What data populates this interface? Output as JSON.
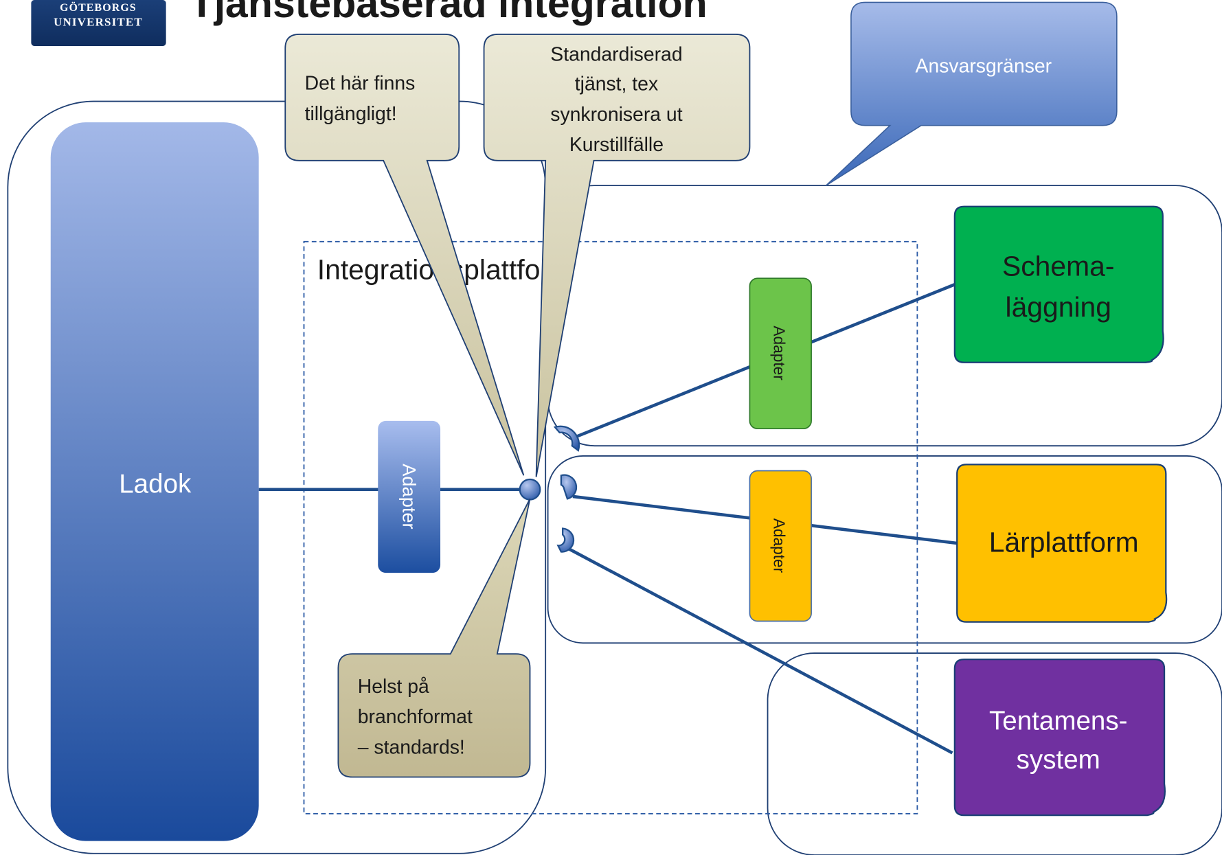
{
  "title": "Tjänstebaserad integration",
  "logo": {
    "line1": "GÖTEBORGS",
    "line2": "UNIVERSITET"
  },
  "platform": {
    "label": "Integrationsplattform"
  },
  "systems": {
    "ladok": "Ladok",
    "schema_line1": "Schema-",
    "schema_line2": "läggning",
    "larplattform": "Lärplattform",
    "tentamen_line1": "Tentamens-",
    "tentamen_line2": "system"
  },
  "adapters": {
    "ladok": "Adapter",
    "schema": "Adapter",
    "larplattform": "Adapter"
  },
  "callouts": {
    "finns_line1": "Det här finns",
    "finns_line2": "tillgängligt!",
    "standard_line1": "Standardiserad",
    "standard_line2": "tjänst, tex",
    "standard_line3": "synkronisera ut",
    "standard_line4": "Kurstillfälle",
    "helst_line1": "Helst på",
    "helst_line2": "branchformat",
    "helst_line3": "– standards!",
    "ansvar": "Ansvarsgränser"
  },
  "colors": {
    "blue_dark": "#1f4e98",
    "blue_light": "#9fb5e6",
    "green_schema": "#00b050",
    "green_adapter": "#6cc44a",
    "yellow": "#ffc000",
    "purple": "#7030a0",
    "callout_fill": "#e4e1cb",
    "callout_dark": "#c7bf99",
    "line": "#1f4e8c"
  }
}
